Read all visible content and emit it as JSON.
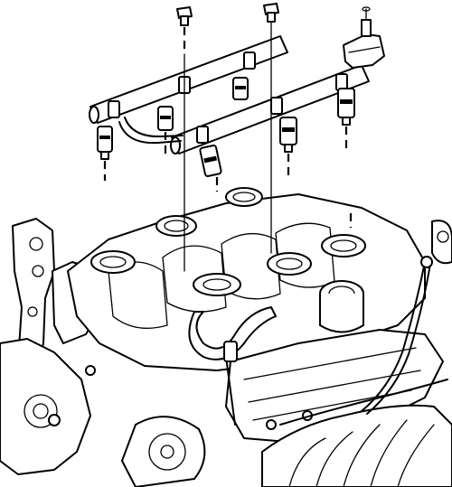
{
  "figure": {
    "description_visible_text": "",
    "style": "black line art on white background"
  },
  "parts": [
    {
      "name": "fuel-injector-rail",
      "count": 1
    },
    {
      "name": "fuel-pressure-regulator",
      "count": 1
    },
    {
      "name": "fuel-injector",
      "count": 6
    },
    {
      "name": "rail-bolt",
      "count": 2
    },
    {
      "name": "upper-intake-manifold",
      "count": 1
    },
    {
      "name": "engine-block",
      "count": 1
    }
  ],
  "colors": {
    "line": "#000000",
    "background": "#ffffff"
  }
}
